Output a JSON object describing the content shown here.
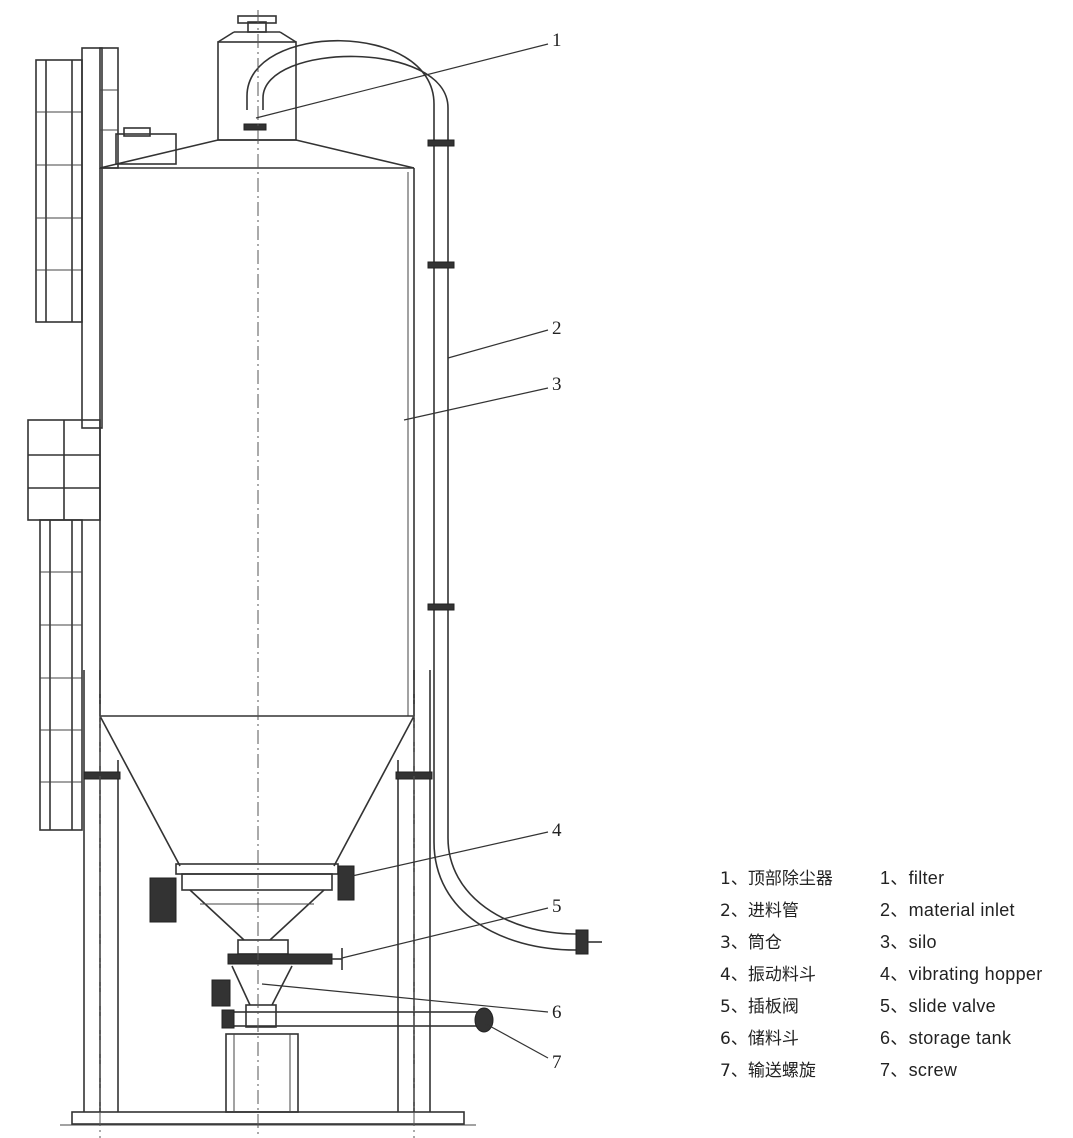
{
  "callouts": [
    {
      "num": "1",
      "cn": "1、顶部除尘器",
      "en": "1、filter"
    },
    {
      "num": "2",
      "cn": "2、进料管",
      "en": "2、material inlet"
    },
    {
      "num": "3",
      "cn": "3、筒仓",
      "en": "3、silo"
    },
    {
      "num": "4",
      "cn": "4、振动料斗",
      "en": "4、vibrating hopper"
    },
    {
      "num": "5",
      "cn": "5、插板阀",
      "en": "5、slide valve"
    },
    {
      "num": "6",
      "cn": "6、储料斗",
      "en": "6、storage tank"
    },
    {
      "num": "7",
      "cn": "7、输送螺旋",
      "en": "7、screw"
    }
  ]
}
